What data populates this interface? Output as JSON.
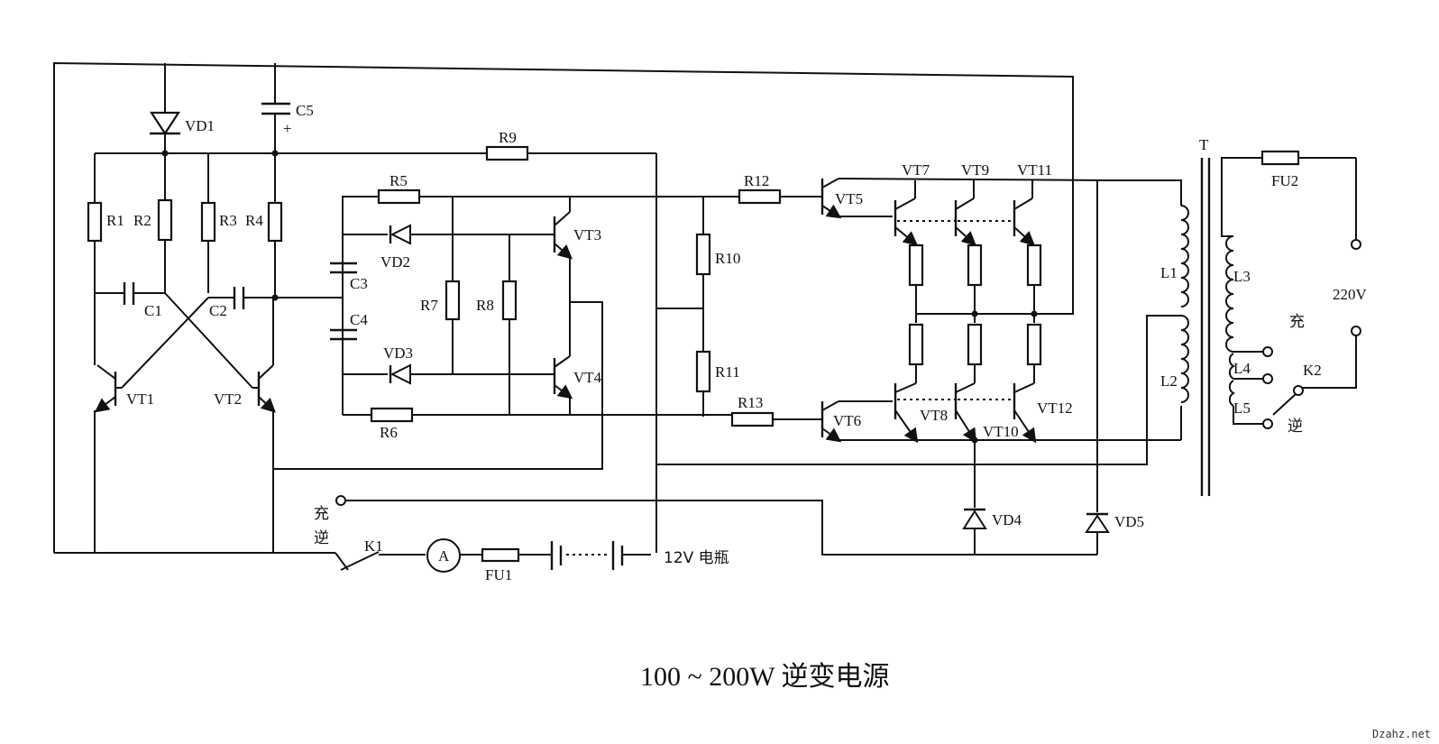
{
  "title": "100 ~ 200W 逆变电源",
  "watermark": "Dzahz.net",
  "labels": {
    "VD1": "VD1",
    "C5": "C5",
    "plus": "+",
    "R9": "R9",
    "R1": "R1",
    "R2": "R2",
    "R3": "R3",
    "R4": "R4",
    "C1": "C1",
    "C2": "C2",
    "VT1": "VT1",
    "VT2": "VT2",
    "R5": "R5",
    "VD2": "VD2",
    "C3": "C3",
    "C4": "C4",
    "VD3": "VD3",
    "R6": "R6",
    "R7": "R7",
    "R8": "R8",
    "VT3": "VT3",
    "VT4": "VT4",
    "R10": "R10",
    "R11": "R11",
    "R12": "R12",
    "R13": "R13",
    "VT5": "VT5",
    "VT6": "VT6",
    "VT7": "VT7",
    "VT8": "VT8",
    "VT9": "VT9",
    "VT10": "VT10",
    "VT11": "VT11",
    "VT12": "VT12",
    "VD4": "VD4",
    "VD5": "VD5",
    "T": "T",
    "L1": "L1",
    "L2": "L2",
    "L3": "L3",
    "L4": "L4",
    "L5": "L5",
    "FU2": "FU2",
    "V220": "220V",
    "K2": "K2",
    "chong": "充",
    "ni": "逆",
    "chong2": "充",
    "ni2": "逆",
    "K1": "K1",
    "A": "A",
    "FU1": "FU1",
    "battery": "12V 电瓶"
  }
}
